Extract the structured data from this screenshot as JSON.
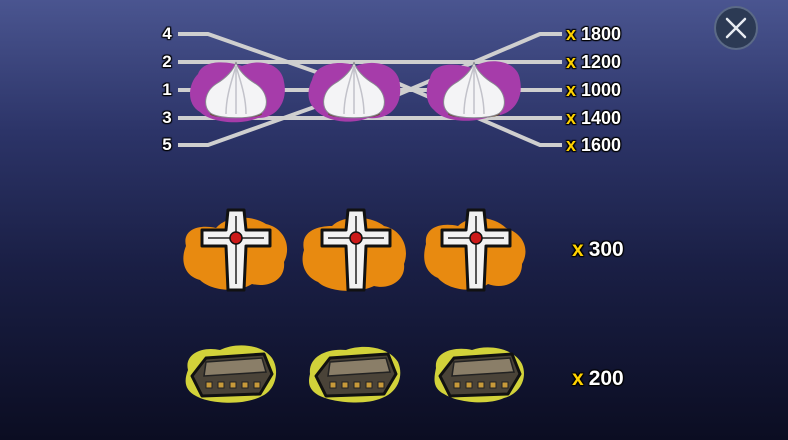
{
  "lines": [
    {
      "number": "4",
      "multiplier": "1800"
    },
    {
      "number": "2",
      "multiplier": "1200"
    },
    {
      "number": "1",
      "multiplier": "1000"
    },
    {
      "number": "3",
      "multiplier": "1400"
    },
    {
      "number": "5",
      "multiplier": "1600"
    }
  ],
  "payout_prefix": "x",
  "rows": [
    {
      "symbol": "garlic-icon",
      "count": 3
    },
    {
      "symbol": "cross-icon",
      "count": 3,
      "multiplier": "300"
    },
    {
      "symbol": "coffin-icon",
      "count": 3,
      "multiplier": "200"
    }
  ],
  "colors": {
    "garlic_splat": "#a63caa",
    "cross_splat": "#e88a10",
    "coffin_splat": "#d2d23a",
    "multiplier_x": "#ffd200"
  },
  "close_icon": "close-icon"
}
